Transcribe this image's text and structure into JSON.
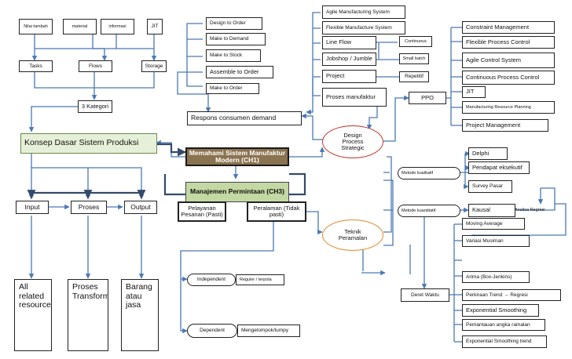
{
  "nodes": {
    "nilai_tambah": "Nilai tambah",
    "material": "material",
    "informasi": "informasi",
    "jit_top": "JIT",
    "tasks": "Tasks",
    "flows": "Flows",
    "storage": "Storage",
    "tiga_kategori": "3 Kategori",
    "konsep_dasar": "Konsep Dasar Sistem Produksi",
    "design_to_order": "Design to Order",
    "make_to_demand": "Make to Demand",
    "make_to_stock": "Make to Stock",
    "assemble_to_order": "Assemble to Order",
    "make_to_order": "Make to Order",
    "respons_konsumen": "Respons consumen demand",
    "agile_system": "Agile Manufacturing System",
    "flexible_system": "Flexible Manufacture System",
    "line_flow": "Line Flow",
    "continuous": "Continuous",
    "jobshop": "Jobshop / Jumble",
    "small_batch": "Small batch",
    "project": "Project",
    "repetitif": "Repetitif",
    "proses_manufaktur": "Proses manufaktur",
    "ppo": "PPO",
    "constraint_mgmt": "Constraint Management",
    "flexible_process": "Flexible Process Control",
    "agile_control": "Agile Control System",
    "continuous_process": "Continuous Process Control",
    "jit_right": "JIT",
    "mrp": "Manufacturing Resource Planning",
    "project_mgmt": "Project Management",
    "design_process": "Design Process Strategic",
    "memahami": "Memahami Sistem Manufaktur Modern (CH1)",
    "manajemen": "Manajemen Permintaan (CH3)",
    "delphi": "Delphi",
    "pendapat_eksekutif": "Pendapat eksekutif",
    "survey_pasar": "Survey Pasar",
    "metode_kualitatif": "Metode kualitatif",
    "metode_kuantitatif": "Metode kuantitatif",
    "kausal": "Kausal",
    "analisa_regresi": "Analisa Regresi",
    "input": "Input",
    "proses": "Proses",
    "output": "Output",
    "pelayanan": "Pelayanan Pesanan (Pasti)",
    "peralaman": "Peralaman (Tidak pasti)",
    "teknik_peramalan": "Teknik Peramalan",
    "moving_average": "Moving Average",
    "variasi_musiman": "Variasi Musiman",
    "arima": "Arima (Box-Jenkins)",
    "deret_waktu": "Deret Waktu",
    "perkiraan_trend": "Perkiraan Trend → Regresi",
    "exp_smoothing": "Exponential Smoothing",
    "pemantauan": "Pemantauan angka ramalan",
    "exp_smoothing_trend": "Exponential Smoothing trend",
    "all_related": "All related resources",
    "proses_transformasi": "Proses Transformasi",
    "barang_jasa": "Barang atau jasa",
    "independent": "Independent",
    "reguler": "Reguler / terpola",
    "dependent": "Dependent",
    "mengelompok": "Mengelompok/lumpy"
  },
  "colors": {
    "line_blue": "#4a78b5",
    "line_dark": "#334a6b",
    "brown_box": "#8a7350",
    "green_box": "#c3d8a2",
    "ellipse_red": "#c0392b",
    "ellipse_orange": "#e08a2c"
  }
}
